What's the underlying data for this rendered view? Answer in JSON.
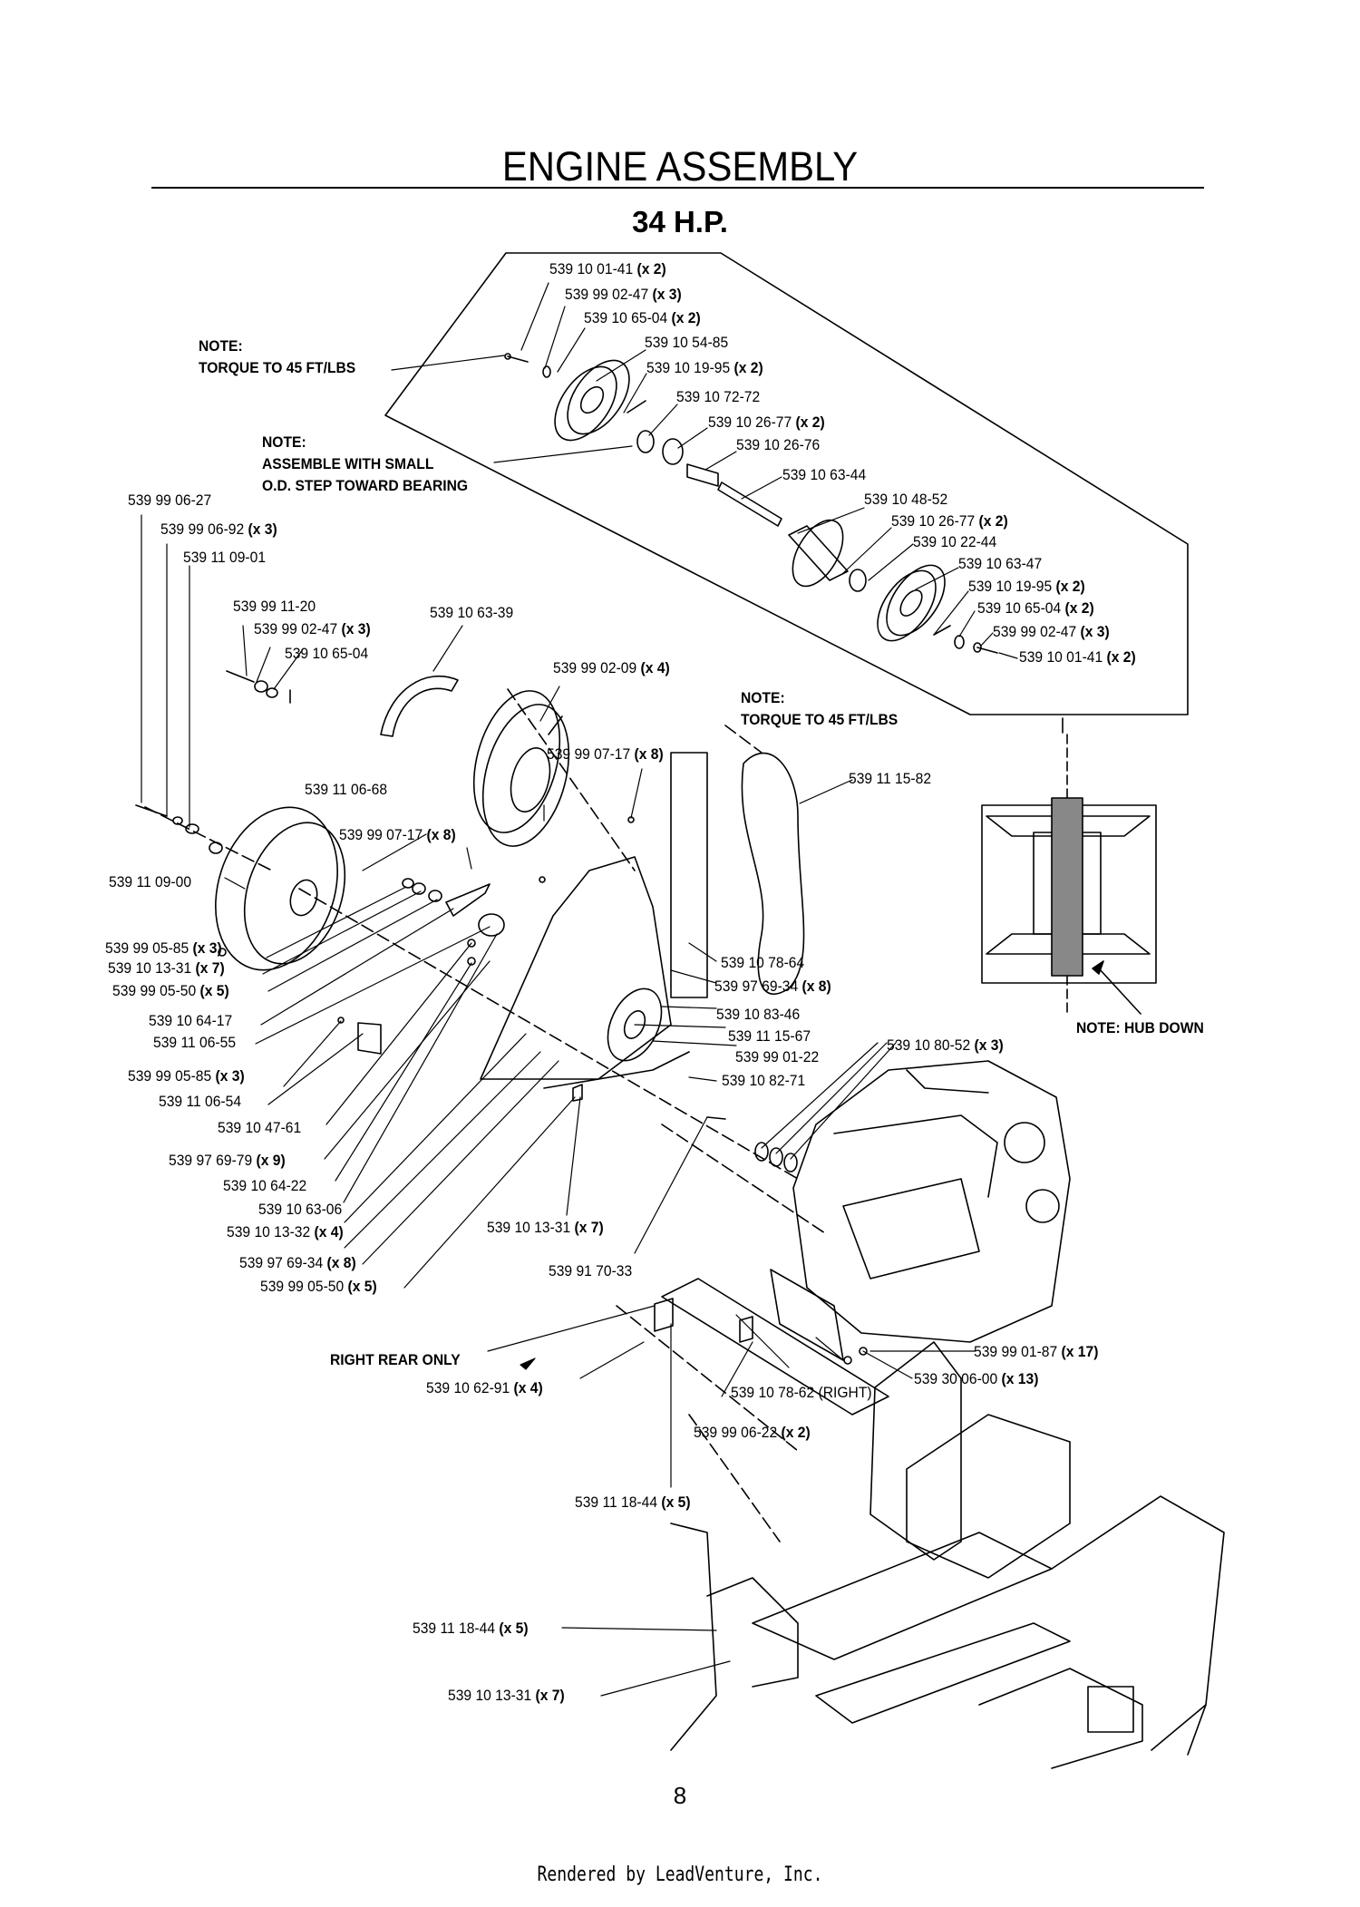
{
  "title": "ENGINE ASSEMBLY",
  "subtitle": "34 H.P.",
  "page_number": "8",
  "footer": "Rendered by LeadVenture, Inc.",
  "notes": {
    "torque_top": [
      "NOTE:",
      "TORQUE TO 45 FT/LBS"
    ],
    "assemble": [
      "NOTE:",
      "ASSEMBLE WITH SMALL",
      "O.D. STEP TOWARD BEARING"
    ],
    "torque_right": [
      "NOTE:",
      "TORQUE TO 45 FT/LBS"
    ],
    "hub_down": "NOTE: HUB DOWN",
    "right_rear": "RIGHT REAR ONLY"
  },
  "callouts": [
    {
      "part": "539 10 01-41",
      "qty": "(x 2)"
    },
    {
      "part": "539 99 02-47",
      "qty": "(x 3)"
    },
    {
      "part": "539 10 65-04",
      "qty": "(x 2)"
    },
    {
      "part": "539 10 54-85",
      "qty": ""
    },
    {
      "part": "539 10 19-95",
      "qty": "(x 2)"
    },
    {
      "part": "539 10 72-72",
      "qty": ""
    },
    {
      "part": "539 10 26-77",
      "qty": "(x 2)"
    },
    {
      "part": "539 10 26-76",
      "qty": ""
    },
    {
      "part": "539 10 63-44",
      "qty": ""
    },
    {
      "part": "539 10 48-52",
      "qty": ""
    },
    {
      "part": "539 10 26-77",
      "qty": "(x 2)"
    },
    {
      "part": "539 10 22-44",
      "qty": ""
    },
    {
      "part": "539 10 63-47",
      "qty": ""
    },
    {
      "part": "539 10 19-95",
      "qty": "(x 2)"
    },
    {
      "part": "539 10 65-04",
      "qty": "(x 2)"
    },
    {
      "part": "539 99 02-47",
      "qty": "(x 3)"
    },
    {
      "part": "539 10 01-41",
      "qty": "(x 2)"
    },
    {
      "part": "539 99 06-27",
      "qty": ""
    },
    {
      "part": "539 99 06-92",
      "qty": "(x 3)"
    },
    {
      "part": "539 11 09-01",
      "qty": ""
    },
    {
      "part": "539 99 11-20",
      "qty": ""
    },
    {
      "part": "539 99 02-47",
      "qty": "(x 3)"
    },
    {
      "part": "539 10 65-04",
      "qty": ""
    },
    {
      "part": "539 10 63-39",
      "qty": ""
    },
    {
      "part": "539 99 02-09",
      "qty": "(x 4)"
    },
    {
      "part": "539 99 07-17",
      "qty": "(x 8)"
    },
    {
      "part": "539 11 15-82",
      "qty": ""
    },
    {
      "part": "539 11 06-68",
      "qty": ""
    },
    {
      "part": "539 99 07-17",
      "qty": "(x 8)"
    },
    {
      "part": "539 11 09-00",
      "qty": ""
    },
    {
      "part": "539 99 05-85",
      "qty": "(x 3)"
    },
    {
      "part": "539 10 13-31",
      "qty": "(x 7)"
    },
    {
      "part": "539 99 05-50",
      "qty": "(x 5)"
    },
    {
      "part": "539 10 64-17",
      "qty": ""
    },
    {
      "part": "539 11 06-55",
      "qty": ""
    },
    {
      "part": "539 10 78-64",
      "qty": ""
    },
    {
      "part": "539 97 69-34",
      "qty": "(x 8)"
    },
    {
      "part": "539 10 83-46",
      "qty": ""
    },
    {
      "part": "539 11 15-67",
      "qty": ""
    },
    {
      "part": "539 99 01-22",
      "qty": ""
    },
    {
      "part": "539 10 80-52",
      "qty": "(x 3)"
    },
    {
      "part": "539 10 82-71",
      "qty": ""
    },
    {
      "part": "539 99 05-85",
      "qty": "(x 3)"
    },
    {
      "part": "539 11 06-54",
      "qty": ""
    },
    {
      "part": "539 10 47-61",
      "qty": ""
    },
    {
      "part": "539 97 69-79",
      "qty": "(x 9)"
    },
    {
      "part": "539 10 64-22",
      "qty": ""
    },
    {
      "part": "539 10 63-06",
      "qty": ""
    },
    {
      "part": "539 10 13-32",
      "qty": "(x 4)"
    },
    {
      "part": "539 10 13-31",
      "qty": "(x 7)"
    },
    {
      "part": "539 97 69-34",
      "qty": "(x 8)"
    },
    {
      "part": "539 91 70-33",
      "qty": ""
    },
    {
      "part": "539 99 05-50",
      "qty": "(x 5)"
    },
    {
      "part": "539 99 01-87",
      "qty": "(x 17)"
    },
    {
      "part": "539 30 06-00",
      "qty": "(x 13)"
    },
    {
      "part": "539 10 62-91",
      "qty": "(x 4)"
    },
    {
      "part": "539 10 78-62",
      "qty": "(RIGHT)"
    },
    {
      "part": "539 99 06-22",
      "qty": "(x 2)"
    },
    {
      "part": "539 11 18-44",
      "qty": "(x 5)"
    },
    {
      "part": "539 11 18-44",
      "qty": "(x 5)"
    },
    {
      "part": "539 10 13-31",
      "qty": "(x 7)"
    }
  ]
}
